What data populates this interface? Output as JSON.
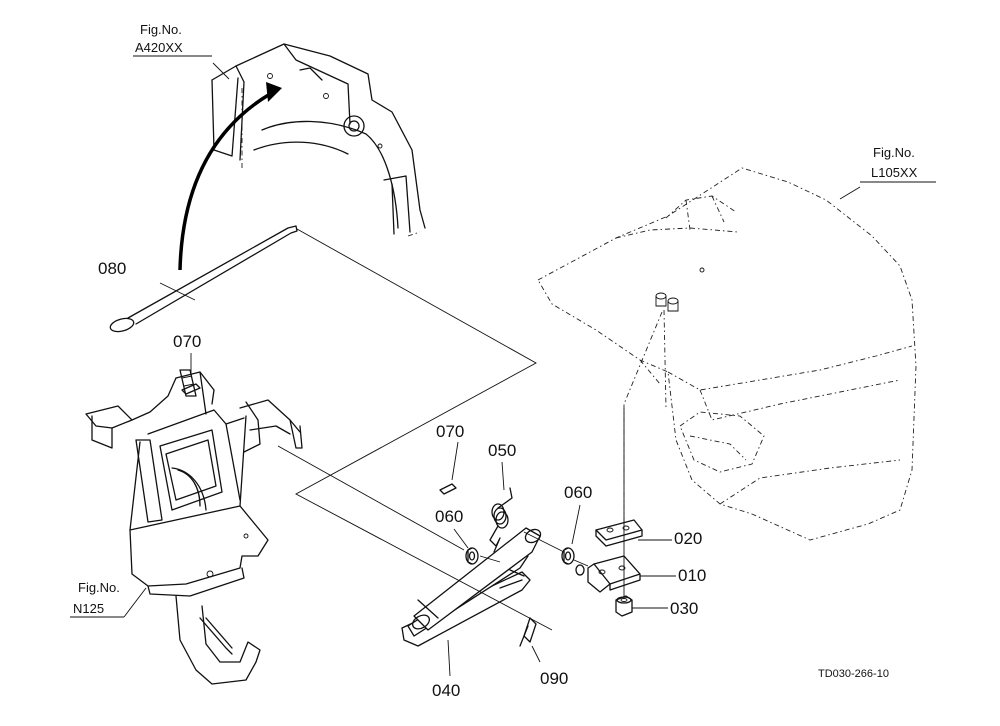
{
  "figure_refs": [
    {
      "id": "a420",
      "fig_label": "Fig.No.",
      "number": "A420XX"
    },
    {
      "id": "l105",
      "fig_label": "Fig.No.",
      "number": "L105XX"
    },
    {
      "id": "n125",
      "fig_label": "Fig.No.",
      "number": "N125"
    }
  ],
  "part_numbers": {
    "p080": "080",
    "p070_a": "070",
    "p070_b": "070",
    "p050": "050",
    "p060_a": "060",
    "p060_b": "060",
    "p020": "020",
    "p010": "010",
    "p030": "030",
    "p040": "040",
    "p090": "090"
  },
  "drawing_code": "TD030-266-10"
}
